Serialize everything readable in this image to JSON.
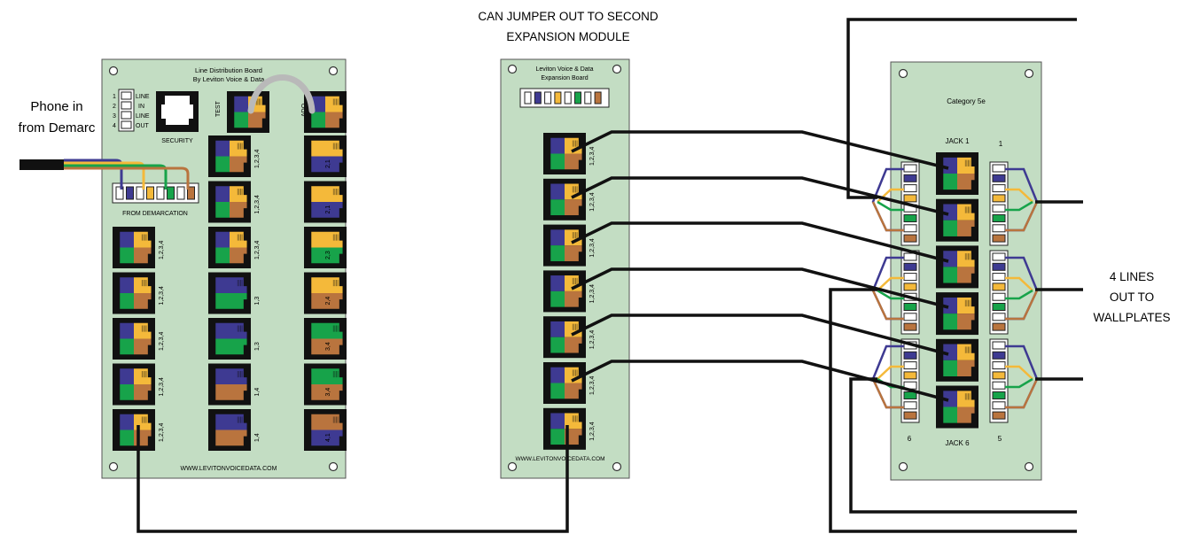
{
  "labels": {
    "phone_in": [
      "Phone in",
      "from Demarc"
    ],
    "jumper": [
      "CAN JUMPER OUT TO SECOND",
      "EXPANSION MODULE"
    ],
    "lines_out": [
      "4 LINES",
      "OUT TO",
      "WALLPLATES"
    ]
  },
  "colors": {
    "board": "#c3ddc3",
    "purple": "#3e3a92",
    "yellow": "#f4b93a",
    "green": "#17a34a",
    "brown": "#b9743e",
    "gray": "#b9b9b9",
    "wire": "#111111"
  },
  "distribution_board": {
    "title": [
      "Line Distribution Board",
      "By Leviton Voice & Data"
    ],
    "line_pins": [
      "1",
      "2",
      "3",
      "4"
    ],
    "line_labels": [
      "LINE",
      "IN",
      "LINE",
      "OUT"
    ],
    "security_label": "SECURITY",
    "test_label": "TEST",
    "ado_label": "ADO",
    "demarc_label": "FROM DEMARCATION",
    "website": "WWW.LEVITONVOICEDATA.COM",
    "left_jacks": [
      "1,2,3,4",
      "1,2,3,4",
      "1,2,3,4",
      "1,2,3,4",
      "1,2,3,4"
    ],
    "middle_jacks": [
      "1,2,3,4",
      "1,2,3,4",
      "1,2,3,4",
      "1,3",
      "1,3",
      "1,4",
      "1,4"
    ],
    "right_jacks": [
      "2,1",
      "2,1",
      "2,3",
      "2,4",
      "3,4",
      "3,4",
      "4,1"
    ]
  },
  "expansion_board": {
    "title": [
      "Leviton Voice & Data",
      "Expansion Board"
    ],
    "jacks": [
      "1,2,3,4",
      "1,2,3,4",
      "1,2,3,4",
      "1,2,3,4",
      "1,2,3,4",
      "1,2,3,4",
      "1,2,3,4"
    ],
    "website": "WWW.LEVITONVOICEDATA.COM"
  },
  "cat5e_board": {
    "title": "Category 5e",
    "jack_top": "JACK 1",
    "jack_bottom": "JACK 6",
    "num_1": "1",
    "num_5": "5",
    "num_6": "6"
  }
}
